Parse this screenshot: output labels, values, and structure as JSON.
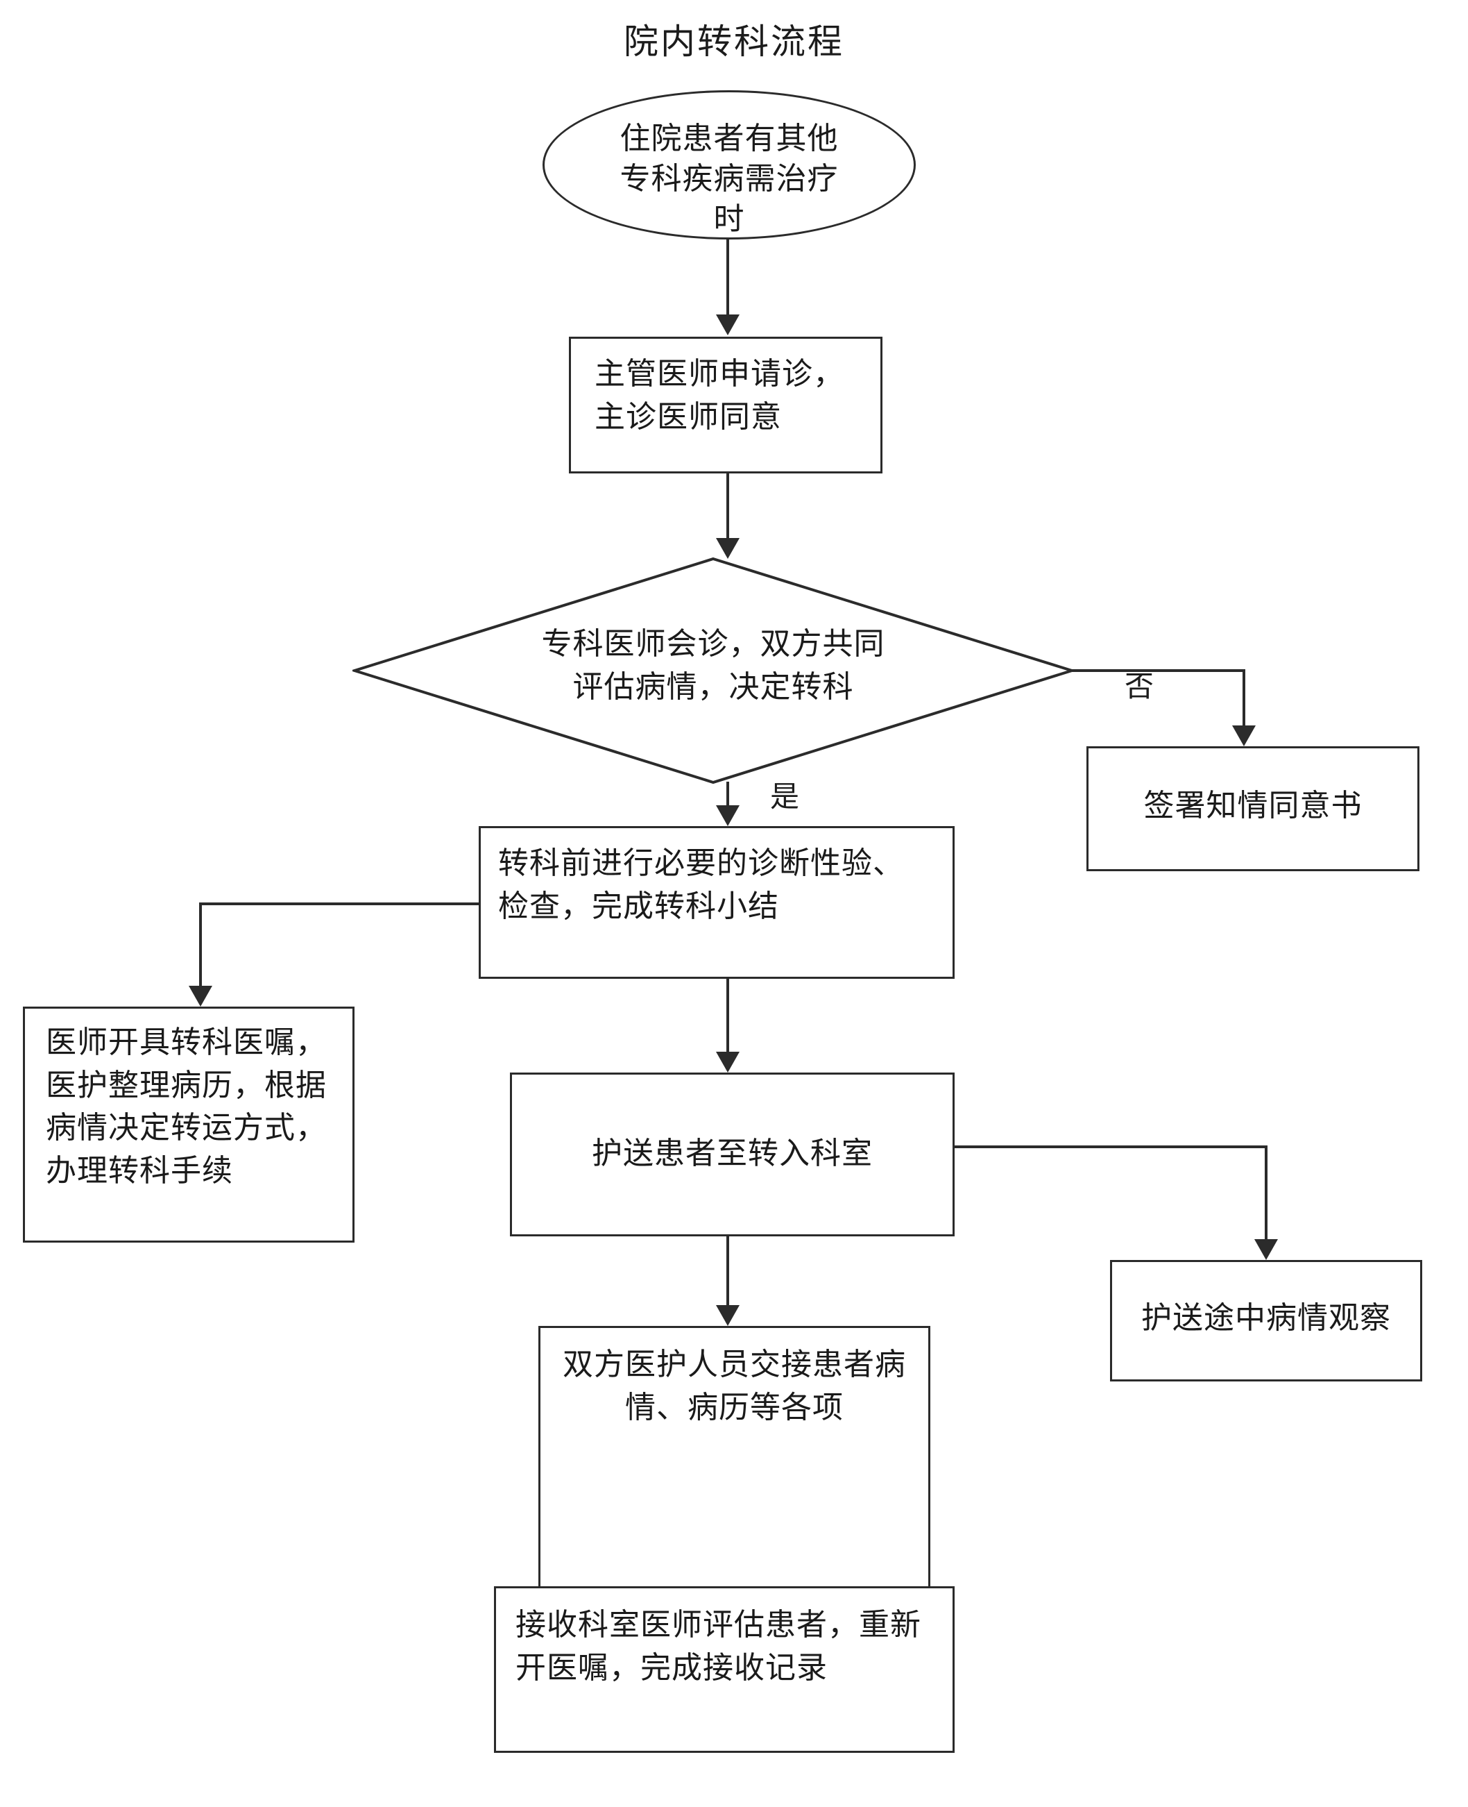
{
  "title": "院内转科流程",
  "diagram": {
    "type": "flowchart",
    "orientation": "top-to-bottom",
    "nodes": [
      {
        "id": "start",
        "shape": "oval",
        "label": "住院患者有其他\n专科疾病需治疗\n时"
      },
      {
        "id": "apply",
        "shape": "process",
        "label": "主管医师申请诊，\n主诊医师同意"
      },
      {
        "id": "decide",
        "shape": "decision",
        "label": "专科医师会诊，双方共同\n评估病情，决定转科"
      },
      {
        "id": "consent",
        "shape": "process",
        "label": "签署知情同意书"
      },
      {
        "id": "pretest",
        "shape": "process",
        "label": "转科前进行必要的诊断性验、\n检查，完成转科小结"
      },
      {
        "id": "orders",
        "shape": "process",
        "label": "医师开具转科医嘱，\n医护整理病历，根据\n病情决定转运方式，\n办理转科手续"
      },
      {
        "id": "escort",
        "shape": "process",
        "label": "护送患者至转入科室"
      },
      {
        "id": "observe",
        "shape": "process",
        "label": "护送途中病情观察"
      },
      {
        "id": "handover",
        "shape": "process",
        "label": "双方医护人员交接患者病\n情、病历等各项"
      },
      {
        "id": "receive",
        "shape": "process",
        "label": "接收科室医师评估患者，重新\n开医嘱，完成接收记录"
      }
    ],
    "edge_labels": {
      "no": "否",
      "yes": "是"
    }
  }
}
